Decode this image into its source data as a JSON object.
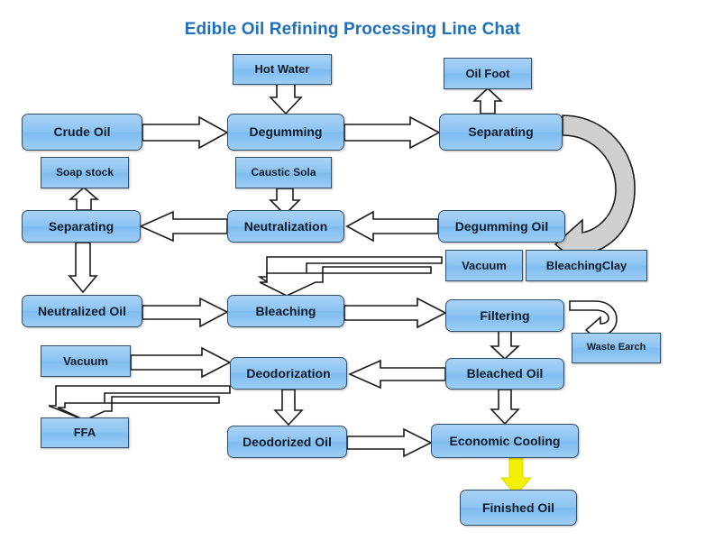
{
  "title": "Edible Oil Refining Processing Line Chat",
  "colors": {
    "title_blue": "#1F6FBF",
    "node_fill": "#8CC4F2",
    "node_border": "#2F4F6F",
    "arrow_fill": "#FFFFFF",
    "arrow_stroke": "#1A1A1A",
    "gray_arrow": "#CFCFCF",
    "yellow_arrow": "#F2F200",
    "background": "#FFFFFF"
  },
  "chart_data": {
    "type": "diagram",
    "title": "Edible Oil Refining Processing Line Chat",
    "diagram_kind": "process-flowchart",
    "nodes": [
      {
        "id": "hot-water",
        "label": "Hot Water",
        "shape": "rect",
        "row": 1
      },
      {
        "id": "oil-foot",
        "label": "Oil Foot",
        "shape": "rect",
        "row": 1
      },
      {
        "id": "crude-oil",
        "label": "Crude Oil",
        "shape": "rounded",
        "row": 2
      },
      {
        "id": "degumming",
        "label": "Degumming",
        "shape": "rounded",
        "row": 2
      },
      {
        "id": "separating-top",
        "label": "Separating",
        "shape": "rounded",
        "row": 2
      },
      {
        "id": "soap-stock",
        "label": "Soap stock",
        "shape": "rect",
        "row": 3
      },
      {
        "id": "caustic-sola",
        "label": "Caustic Sola",
        "shape": "rect",
        "row": 3
      },
      {
        "id": "separating-mid",
        "label": "Separating",
        "shape": "rounded",
        "row": 4
      },
      {
        "id": "neutralization",
        "label": "Neutralization",
        "shape": "rounded",
        "row": 4
      },
      {
        "id": "degumming-oil",
        "label": "Degumming Oil",
        "shape": "rounded",
        "row": 4
      },
      {
        "id": "vacuum-1",
        "label": "Vacuum",
        "shape": "rect",
        "row": 5
      },
      {
        "id": "bleaching-clay",
        "label": "BleachingClay",
        "shape": "rect",
        "row": 5
      },
      {
        "id": "neutralized-oil",
        "label": "Neutralized Oil",
        "shape": "rounded",
        "row": 6
      },
      {
        "id": "bleaching",
        "label": "Bleaching",
        "shape": "rounded",
        "row": 6
      },
      {
        "id": "filtering",
        "label": "Filtering",
        "shape": "rounded",
        "row": 6
      },
      {
        "id": "waste-earch",
        "label": "Waste Earch",
        "shape": "rect",
        "row": 7
      },
      {
        "id": "vacuum-2",
        "label": "Vacuum",
        "shape": "rect",
        "row": 7
      },
      {
        "id": "deodorization",
        "label": "Deodorization",
        "shape": "rounded",
        "row": 7
      },
      {
        "id": "bleached-oil",
        "label": "Bleached Oil",
        "shape": "rounded",
        "row": 7
      },
      {
        "id": "ffa",
        "label": "FFA",
        "shape": "rect",
        "row": 8
      },
      {
        "id": "deodorized-oil",
        "label": "Deodorized Oil",
        "shape": "rounded",
        "row": 8
      },
      {
        "id": "economic-cooling",
        "label": "Economic Cooling",
        "shape": "rounded",
        "row": 8
      },
      {
        "id": "finished-oil",
        "label": "Finished Oil",
        "shape": "rounded",
        "row": 9
      }
    ],
    "edges": [
      {
        "from": "crude-oil",
        "to": "degumming",
        "style": "block-arrow",
        "direction": "right"
      },
      {
        "from": "hot-water",
        "to": "degumming",
        "style": "block-arrow",
        "direction": "down"
      },
      {
        "from": "degumming",
        "to": "separating-top",
        "style": "block-arrow",
        "direction": "right"
      },
      {
        "from": "separating-top",
        "to": "oil-foot",
        "style": "block-arrow",
        "direction": "up"
      },
      {
        "from": "separating-top",
        "to": "degumming-oil",
        "style": "curved-arrow",
        "direction": "loop-down",
        "fill": "gray"
      },
      {
        "from": "degumming-oil",
        "to": "neutralization",
        "style": "block-arrow",
        "direction": "left"
      },
      {
        "from": "caustic-sola",
        "to": "neutralization",
        "style": "block-arrow",
        "direction": "down"
      },
      {
        "from": "neutralization",
        "to": "separating-mid",
        "style": "block-arrow",
        "direction": "left"
      },
      {
        "from": "separating-mid",
        "to": "soap-stock",
        "style": "block-arrow",
        "direction": "up"
      },
      {
        "from": "separating-mid",
        "to": "neutralized-oil",
        "style": "block-arrow",
        "direction": "down"
      },
      {
        "from": "neutralized-oil",
        "to": "bleaching",
        "style": "block-arrow",
        "direction": "right"
      },
      {
        "from": "vacuum-1",
        "to": "bleaching",
        "style": "elbow-arrow",
        "direction": "down-left"
      },
      {
        "from": "bleaching-clay",
        "to": "bleaching",
        "style": "elbow-arrow",
        "direction": "down-left"
      },
      {
        "from": "bleaching",
        "to": "filtering",
        "style": "block-arrow",
        "direction": "right"
      },
      {
        "from": "filtering",
        "to": "waste-earch",
        "style": "curved-arrow",
        "direction": "right-down"
      },
      {
        "from": "filtering",
        "to": "bleached-oil",
        "style": "block-arrow",
        "direction": "down"
      },
      {
        "from": "bleached-oil",
        "to": "deodorization",
        "style": "block-arrow",
        "direction": "left"
      },
      {
        "from": "vacuum-2",
        "to": "deodorization",
        "style": "block-arrow",
        "direction": "right"
      },
      {
        "from": "deodorization",
        "to": "ffa",
        "style": "elbow-arrow",
        "direction": "down-left"
      },
      {
        "from": "deodorization",
        "to": "deodorized-oil",
        "style": "block-arrow",
        "direction": "down"
      },
      {
        "from": "bleached-oil",
        "to": "economic-cooling",
        "style": "block-arrow",
        "direction": "down"
      },
      {
        "from": "deodorized-oil",
        "to": "economic-cooling",
        "style": "block-arrow",
        "direction": "right"
      },
      {
        "from": "economic-cooling",
        "to": "finished-oil",
        "style": "block-arrow",
        "direction": "down",
        "fill": "yellow"
      }
    ]
  }
}
